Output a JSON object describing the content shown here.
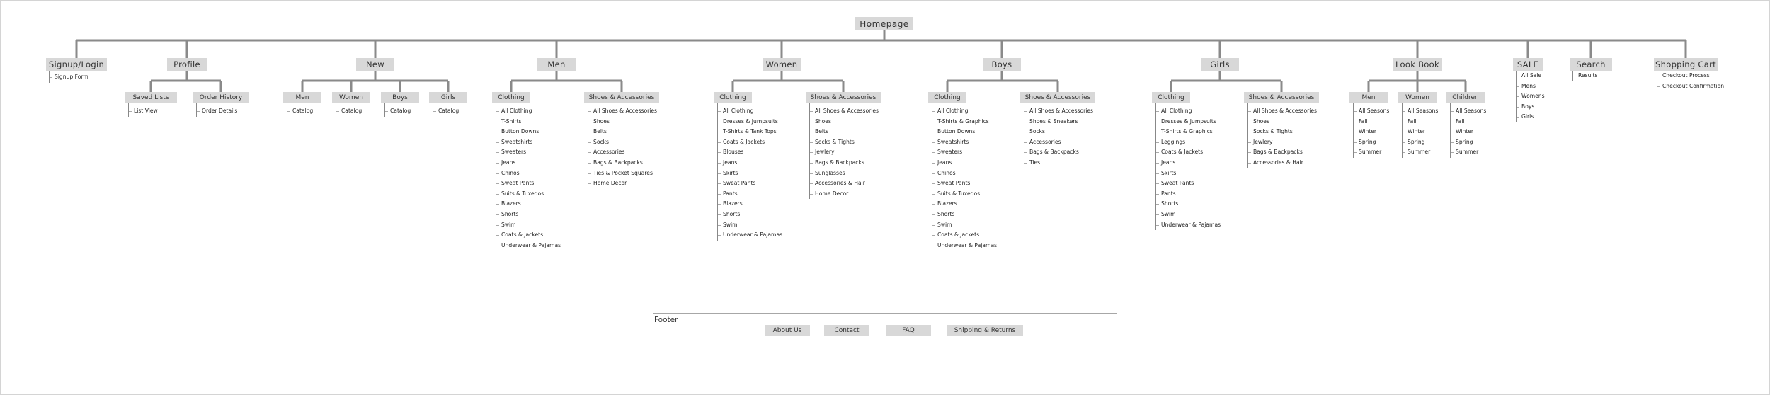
{
  "root": "Homepage",
  "sections": [
    {
      "key": "signup",
      "label": "Signup/Login",
      "children": [],
      "list": [
        "Signup Form"
      ]
    },
    {
      "key": "profile",
      "label": "Profile",
      "children": [
        {
          "label": "Saved Lists",
          "list": [
            "List View"
          ]
        },
        {
          "label": "Order History",
          "list": [
            "Order Details"
          ]
        }
      ]
    },
    {
      "key": "new",
      "label": "New",
      "children": [
        {
          "label": "Men",
          "list": [
            "Catalog"
          ]
        },
        {
          "label": "Women",
          "list": [
            "Catalog"
          ]
        },
        {
          "label": "Boys",
          "list": [
            "Catalog"
          ]
        },
        {
          "label": "Girls",
          "list": [
            "Catalog"
          ]
        }
      ]
    },
    {
      "key": "men",
      "label": "Men",
      "children": [
        {
          "label": "Clothing",
          "list": [
            "All Clothing",
            "T-Shirts",
            "Button Downs",
            "Sweatshirts",
            "Sweaters",
            "Jeans",
            "Chinos",
            "Sweat Pants",
            "Suits & Tuxedos",
            "Blazers",
            "Shorts",
            "Swim",
            "Coats & Jackets",
            "Underwear & Pajamas"
          ]
        },
        {
          "label": "Shoes & Accessories",
          "list": [
            "All Shoes & Accessories",
            "Shoes",
            "Belts",
            "Socks",
            "Accessories",
            "Bags & Backpacks",
            "Ties & Pocket Squares",
            "Home Decor"
          ]
        }
      ]
    },
    {
      "key": "women",
      "label": "Women",
      "children": [
        {
          "label": "Clothing",
          "list": [
            "All Clothing",
            "Dresses & Jumpsuits",
            "T-Shirts & Tank Tops",
            "Coats & Jackets",
            "Blouses",
            "Jeans",
            "Skirts",
            "Sweat Pants",
            "Pants",
            "Blazers",
            "Shorts",
            "Swim",
            "Underwear & Pajamas"
          ]
        },
        {
          "label": "Shoes & Accessories",
          "list": [
            "All Shoes & Accessories",
            "Shoes",
            "Belts",
            "Socks & Tights",
            "Jewlery",
            "Bags & Backpacks",
            "Sunglasses",
            "Accessories & Hair",
            "Home Decor"
          ]
        }
      ]
    },
    {
      "key": "boys",
      "label": "Boys",
      "children": [
        {
          "label": "Clothing",
          "list": [
            "All Clothing",
            "T-Shirts & Graphics",
            "Button Downs",
            "Sweatshirts",
            "Sweaters",
            "Jeans",
            "Chinos",
            "Sweat Pants",
            "Suits & Tuxedos",
            "Blazers",
            "Shorts",
            "Swim",
            "Coats & Jackets",
            "Underwear & Pajamas"
          ]
        },
        {
          "label": "Shoes & Accessories",
          "list": [
            "All Shoes & Accessories",
            "Shoes & Sneakers",
            "Socks",
            "Accessories",
            "Bags & Backpacks",
            "Ties"
          ]
        }
      ]
    },
    {
      "key": "girls",
      "label": "Girls",
      "children": [
        {
          "label": "Clothing",
          "list": [
            "All Clothing",
            "Dresses & Jumpsuits",
            "T-Shirts & Graphics",
            "Leggings",
            "Coats & Jackets",
            "Jeans",
            "Skirts",
            "Sweat Pants",
            "Pants",
            "Shorts",
            "Swim",
            "Underwear & Pajamas"
          ]
        },
        {
          "label": "Shoes & Accessories",
          "list": [
            "All Shoes & Accessories",
            "Shoes",
            "Socks & Tights",
            "Jewlery",
            "Bags & Backpacks",
            "Accessories & Hair"
          ]
        }
      ]
    },
    {
      "key": "lookbook",
      "label": "Look Book",
      "children": [
        {
          "label": "Men",
          "list": [
            "All Seasons",
            "Fall",
            "Winter",
            "Spring",
            "Summer"
          ]
        },
        {
          "label": "Women",
          "list": [
            "All Seasons",
            "Fall",
            "Winter",
            "Spring",
            "Summer"
          ]
        },
        {
          "label": "Children",
          "list": [
            "All Seasons",
            "Fall",
            "Winter",
            "Spring",
            "Summer"
          ]
        }
      ]
    },
    {
      "key": "sale",
      "label": "SALE",
      "children": [],
      "list": [
        "All Sale",
        "Mens",
        "Womens",
        "Boys",
        "Girls"
      ]
    },
    {
      "key": "search",
      "label": "Search",
      "children": [],
      "list": [
        "Results"
      ]
    },
    {
      "key": "cart",
      "label": "Shopping Cart",
      "children": [],
      "list": [
        "Checkout Process",
        "Checkout Confirmation"
      ]
    }
  ],
  "footer": {
    "label": "Footer",
    "links": [
      "About Us",
      "Contact",
      "FAQ",
      "Shipping & Returns"
    ]
  },
  "colors": {
    "box": "#d8d8d8",
    "line": "#8a8a8a",
    "frame": "#d4d4d4"
  }
}
